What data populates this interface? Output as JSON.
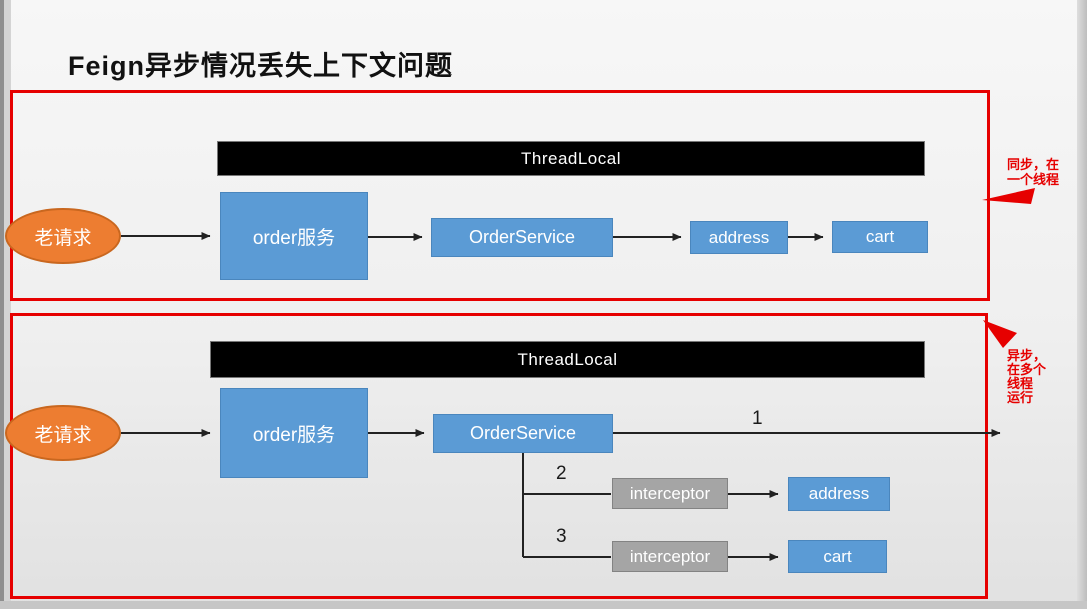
{
  "title": "Feign异步情况丢失上下文问题",
  "colors": {
    "annotation_red": "#e60000",
    "node_blue": "#5b9bd5",
    "request_orange": "#ed7d31",
    "interceptor_gray": "#a5a5a5",
    "threadlocal_black": "#000000",
    "arrow_black": "#222222"
  },
  "sync_section": {
    "threadlocal": "ThreadLocal",
    "request": "老请求",
    "order_service": "order服务",
    "order_service_class": "OrderService",
    "address": "address",
    "cart": "cart",
    "annotation_line1": "同步，在",
    "annotation_line2": "一个线程"
  },
  "async_section": {
    "threadlocal": "ThreadLocal",
    "request": "老请求",
    "order_service": "order服务",
    "order_service_class": "OrderService",
    "interceptor_a": "interceptor",
    "interceptor_b": "interceptor",
    "address": "address",
    "cart": "cart",
    "step1": "1",
    "step2": "2",
    "step3": "3",
    "annotation_lines": [
      "异步，",
      "在多个",
      "线程",
      "运行"
    ]
  }
}
